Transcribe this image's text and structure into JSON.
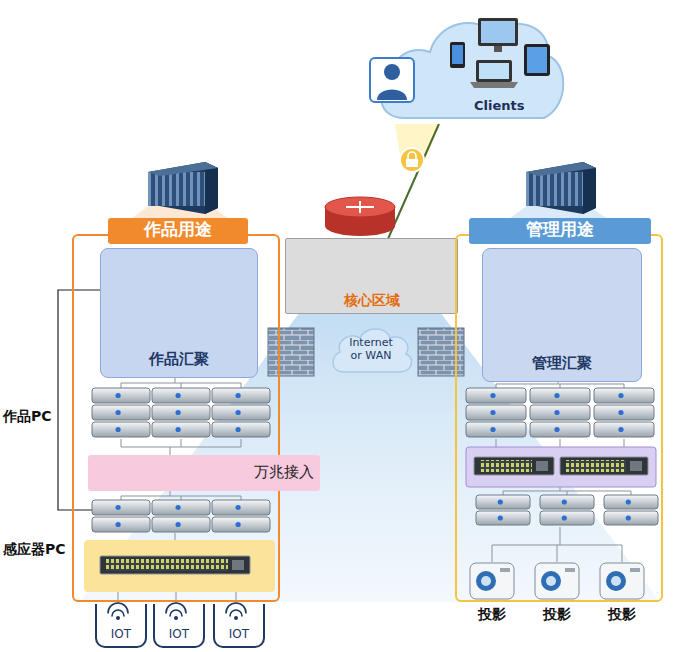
{
  "diagram": {
    "nodes": [
      {
        "text": [
          "Clients"
        ]
      },
      {
        "text": [
          "作品用途"
        ]
      },
      {
        "text": [
          "作品汇聚"
        ],
        "in": 1
      },
      {
        "text": [
          "万兆接入"
        ],
        "in": 1
      },
      {
        "text": [
          "核心区域"
        ]
      },
      {
        "text": [
          "Internet or WAN"
        ]
      },
      {
        "text": [
          "管理用途"
        ]
      },
      {
        "text": [
          "管理汇聚"
        ],
        "in": 6
      },
      {
        "text": [
          "IOT"
        ]
      },
      {
        "text": [
          "IOT"
        ]
      },
      {
        "text": [
          "IOT"
        ]
      }
    ],
    "edges": [
      {
        "from": 0,
        "to": 4,
        "arrow": "none"
      }
    ],
    "labels": [
      "作品PC",
      "感应器PC",
      "投影",
      "投影",
      "投影"
    ]
  }
}
